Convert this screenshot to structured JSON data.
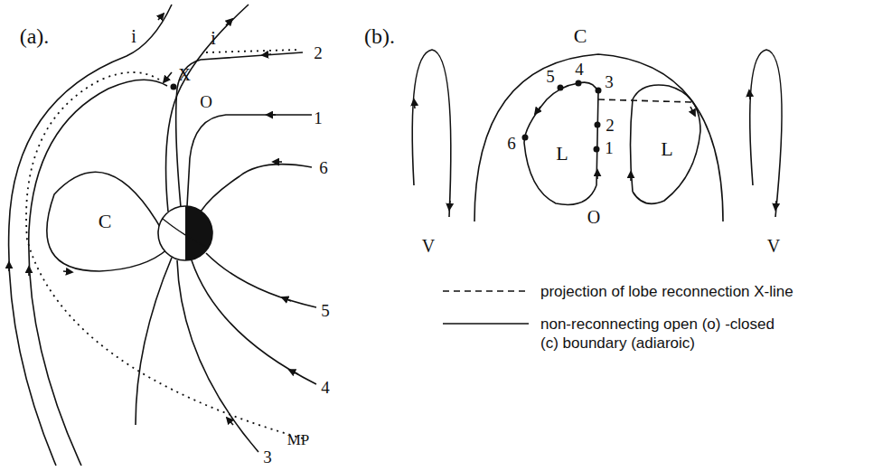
{
  "diagram": {
    "labels": [
      "(a).",
      "i",
      "i",
      "2",
      "X",
      "1",
      "O",
      "6",
      "C",
      "5",
      "4",
      "3",
      "MP",
      "(b).",
      "C",
      "5",
      "4",
      "3",
      "2",
      "1",
      "6",
      "L",
      "L",
      "O",
      "V",
      "V"
    ],
    "legend": [
      {
        "text": "projection of lobe reconnection X-line"
      },
      {
        "text": "non-reconnecting open (o) -closed (c) boundary (adiaroic)"
      }
    ]
  }
}
